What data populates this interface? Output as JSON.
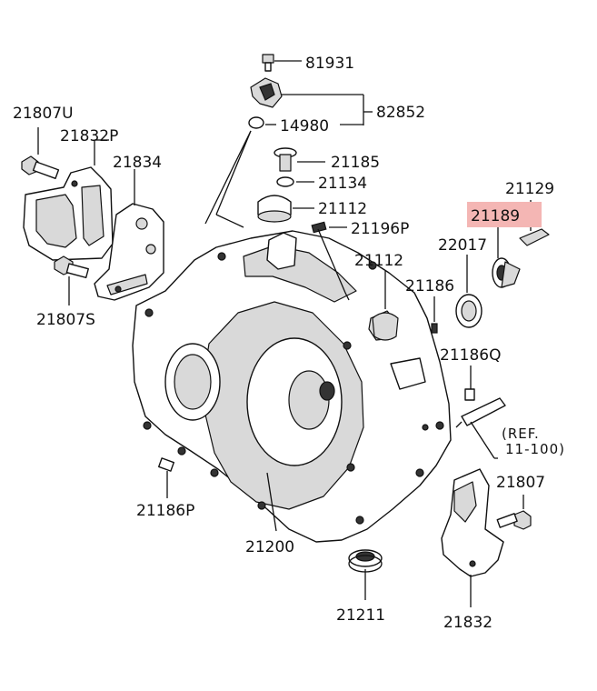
{
  "labels": {
    "p81931": "81931",
    "p82852": "82852",
    "p14980": "14980",
    "p21807u": "21807U",
    "p21832p": "21832P",
    "p21834": "21834",
    "p21185": "21185",
    "p21134": "21134",
    "p21112a": "21112",
    "p21196p": "21196P",
    "p21129": "21129",
    "p21189": "21189",
    "p22017": "22017",
    "p21112b": "21112",
    "p21186": "21186",
    "p21807s": "21807S",
    "p21186q": "21186Q",
    "ref1": "(REF.",
    "ref2": "11-100)",
    "p21807": "21807",
    "p21186p": "21186P",
    "p21200": "21200",
    "p21211": "21211",
    "p21832": "21832"
  },
  "highlight_color": "#f4b6b4",
  "highlighted_part": "21189"
}
